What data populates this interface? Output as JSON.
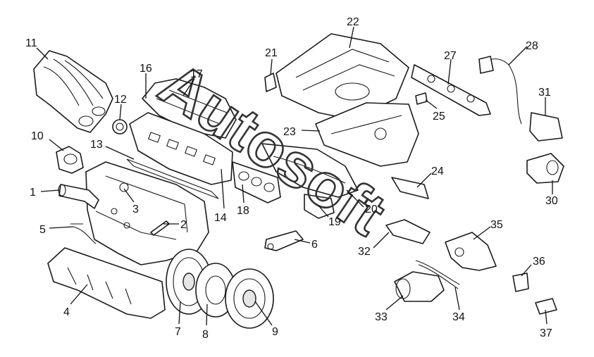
{
  "callouts": [
    {
      "id": "1",
      "label": "1"
    },
    {
      "id": "2",
      "label": "2"
    },
    {
      "id": "3",
      "label": "3"
    },
    {
      "id": "4",
      "label": "4"
    },
    {
      "id": "5",
      "label": "5"
    },
    {
      "id": "6",
      "label": "6"
    },
    {
      "id": "7",
      "label": "7"
    },
    {
      "id": "8",
      "label": "8"
    },
    {
      "id": "9",
      "label": "9"
    },
    {
      "id": "10",
      "label": "10"
    },
    {
      "id": "11",
      "label": "11"
    },
    {
      "id": "12",
      "label": "12"
    },
    {
      "id": "13",
      "label": "13"
    },
    {
      "id": "14",
      "label": "14"
    },
    {
      "id": "16",
      "label": "16"
    },
    {
      "id": "17",
      "label": "17"
    },
    {
      "id": "18",
      "label": "18"
    },
    {
      "id": "19",
      "label": "19"
    },
    {
      "id": "20",
      "label": "20"
    },
    {
      "id": "21",
      "label": "21"
    },
    {
      "id": "22",
      "label": "22"
    },
    {
      "id": "23",
      "label": "23"
    },
    {
      "id": "24",
      "label": "24"
    },
    {
      "id": "25",
      "label": "25"
    },
    {
      "id": "27",
      "label": "27"
    },
    {
      "id": "28",
      "label": "28"
    },
    {
      "id": "30",
      "label": "30"
    },
    {
      "id": "31",
      "label": "31"
    },
    {
      "id": "32",
      "label": "32"
    },
    {
      "id": "33",
      "label": "33"
    },
    {
      "id": "34",
      "label": "34"
    },
    {
      "id": "35",
      "label": "35"
    },
    {
      "id": "36",
      "label": "36"
    },
    {
      "id": "37",
      "label": "37"
    }
  ],
  "watermark": {
    "text": "Autosoft"
  }
}
